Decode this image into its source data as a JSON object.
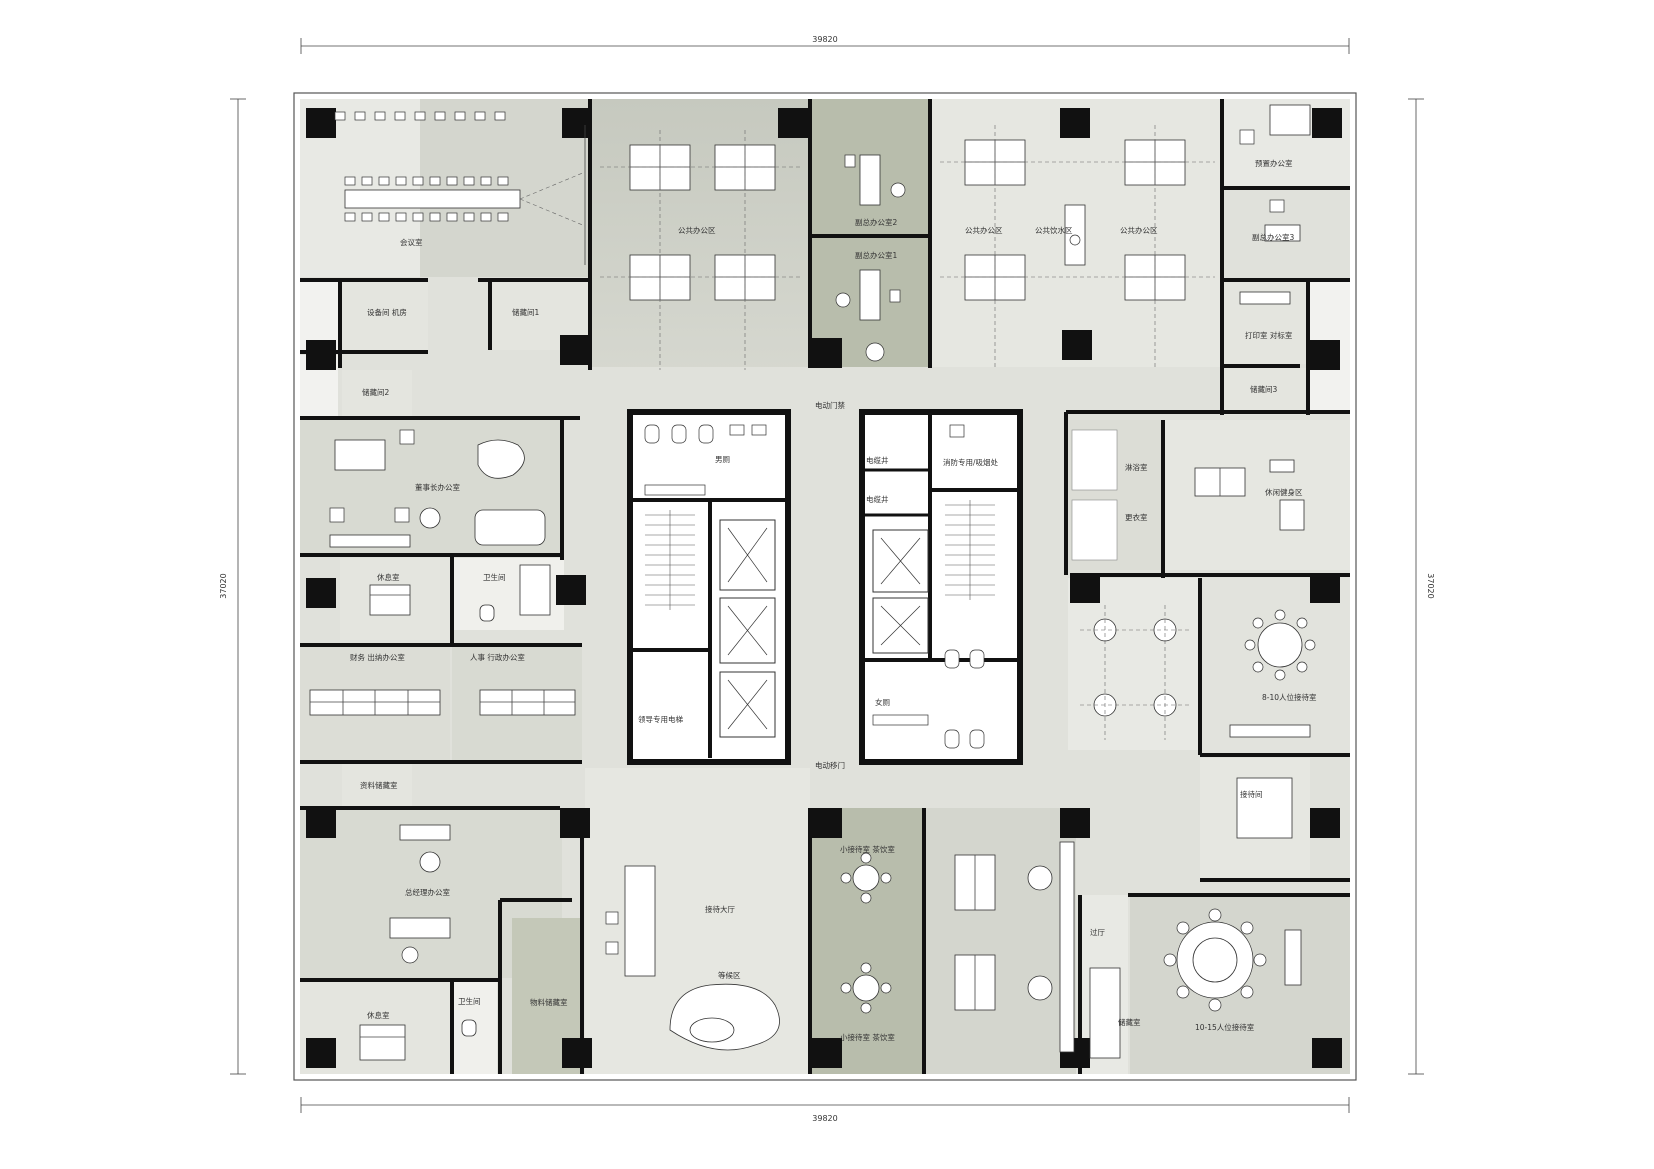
{
  "dimensions": {
    "top": "39820",
    "bottom": "39820",
    "left": "37020",
    "right": "37020"
  },
  "rooms": {
    "meeting_large": "会议室",
    "equipment": "设备间 机房",
    "storage1": "储藏间1",
    "storage2": "储藏间2",
    "storage3": "储藏间3",
    "open_office_left": "公共办公区",
    "vp_office2": "副总办公室2",
    "vp_office1": "副总办公室1",
    "open_office_mid": "公共办公区",
    "pantry": "公共饮水区",
    "open_office_right": "公共办公区",
    "manager_office": "预置办公室",
    "vp_office3": "副总办公室3",
    "print_room": "打印室 对标室",
    "chairman_office": "董事长办公室",
    "rest_room1": "休息室",
    "bath1": "卫生间",
    "finance": "财务 出纳办公室",
    "hr": "人事 行政办公室",
    "archive": "资料储藏室",
    "gm_office": "总经理办公室",
    "rest_room2": "休息室",
    "bath2": "卫生间",
    "goods_storage": "物料储藏室",
    "lobby": "接待大厅",
    "rest_area": "等候区",
    "small_meet1": "小接待室 茶饮室",
    "small_meet2": "小接待室 茶饮室",
    "wc_male": "男厕",
    "wc_female": "女厕",
    "shaft1": "电缆井",
    "shaft2": "电缆井",
    "dedicated_elev": "领导专用电梯",
    "fire_shaft": "消防专用/吸烟处",
    "door_top": "电动门禁",
    "door_bottom": "电动移门",
    "shower": "淋浴室",
    "changing": "更衣室",
    "gym": "休闲健身区",
    "reception_8_10": "8-10人位接待室",
    "service": "接待间",
    "hall": "过厅",
    "storage_small": "储藏室",
    "reception_10_15": "10-15人位接待室"
  }
}
